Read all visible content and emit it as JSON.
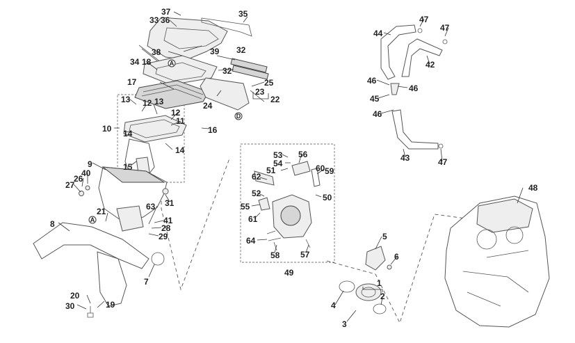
{
  "callouts": [
    "1",
    "2",
    "3",
    "4",
    "5",
    "6",
    "7",
    "8",
    "9",
    "10",
    "11",
    "12",
    "12",
    "13",
    "13",
    "14",
    "14",
    "15",
    "16",
    "17",
    "18",
    "19",
    "20",
    "21",
    "22",
    "23",
    "24",
    "25",
    "26",
    "27",
    "28",
    "29",
    "30",
    "31",
    "32",
    "32",
    "33",
    "34",
    "35",
    "36",
    "37",
    "38",
    "39",
    "40",
    "41",
    "42",
    "43",
    "44",
    "45",
    "46",
    "46",
    "46",
    "47",
    "47",
    "47",
    "48",
    "49",
    "50",
    "51",
    "52",
    "53",
    "54",
    "55",
    "56",
    "57",
    "58",
    "59",
    "60",
    "61",
    "62",
    "63",
    "64"
  ],
  "markers": [
    "A",
    "A",
    "D"
  ]
}
